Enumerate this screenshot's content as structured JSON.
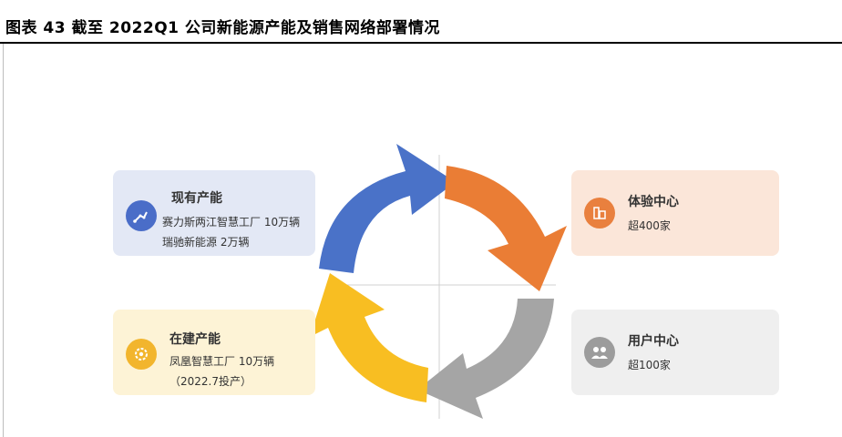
{
  "title": "图表 43  截至 2022Q1 公司新能源产能及销售网络部署情况",
  "cards": {
    "capacity": {
      "heading": "现有产能",
      "lines": [
        "赛力斯两江智慧工厂 10万辆",
        "瑞驰新能源 2万辆"
      ],
      "icon": "robot-arm-icon",
      "color": "#4a6dc8"
    },
    "build": {
      "heading": "在建产能",
      "lines": [
        "凤凰智慧工厂 10万辆",
        "（2022.7投产）"
      ],
      "icon": "gear-icon",
      "color": "#f2b52d"
    },
    "experience": {
      "heading": "体验中心",
      "lines": [
        "超400家"
      ],
      "icon": "building-icon",
      "color": "#e9803e"
    },
    "user": {
      "heading": "用户中心",
      "lines": [
        "超100家"
      ],
      "icon": "users-icon",
      "color": "#9c9c9c"
    }
  },
  "arrow_colors": {
    "blue": "#4a72c8",
    "orange": "#ea7d35",
    "gray": "#a5a5a5",
    "yellow": "#f8be22"
  }
}
